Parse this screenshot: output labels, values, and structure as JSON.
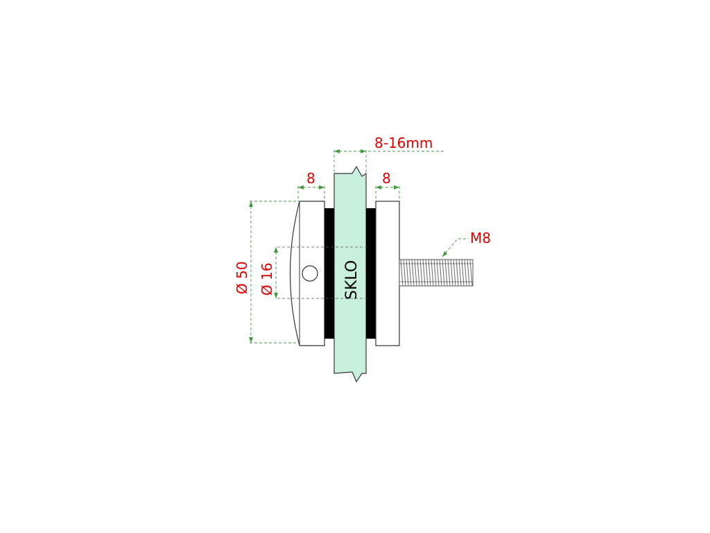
{
  "drawing": {
    "glass_label": "SKLO",
    "dimensions": {
      "glass_thickness": "8-16mm",
      "left_cap_thickness": "8",
      "right_cap_thickness": "8",
      "outer_diameter": "Ø 50",
      "inner_diameter": "Ø 16",
      "thread": "M8"
    },
    "colors": {
      "dimension_text": "#e00000",
      "dimension_line": "#3c9a3c",
      "glass_fill": "#c8f0dc",
      "gasket_fill": "#000000",
      "outline": "#333333"
    }
  }
}
